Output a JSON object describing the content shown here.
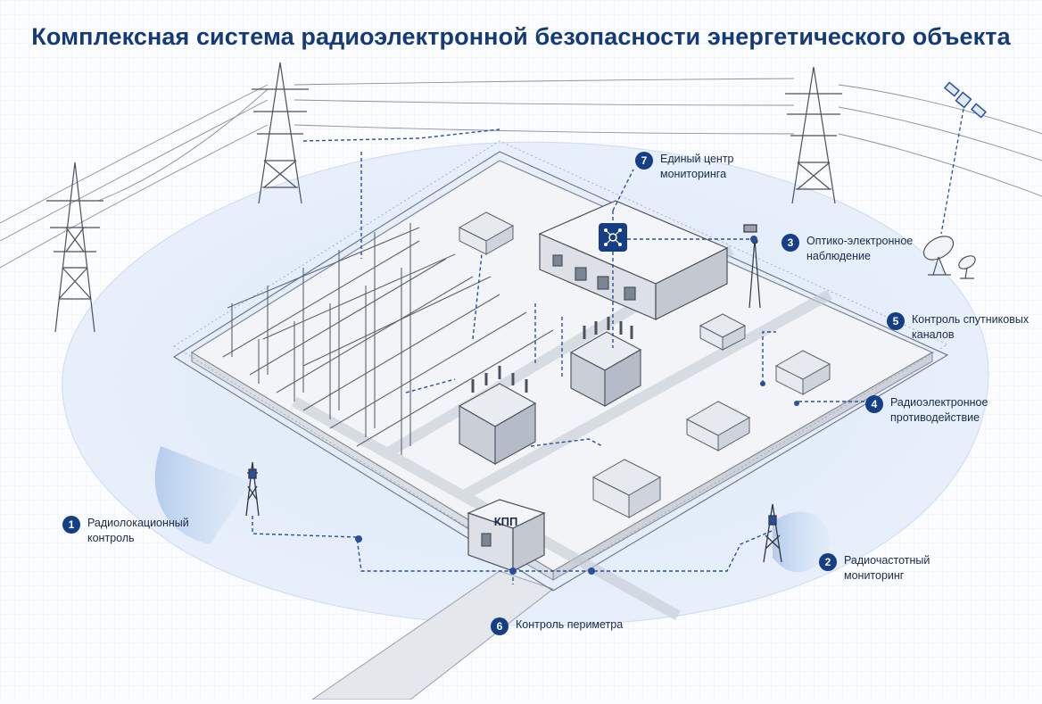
{
  "title": "Комплексная система радиоэлектронной безопасности энергетического объекта",
  "checkpoint_label": "КПП",
  "callouts": [
    {
      "num": "1",
      "line1": "Радиолокационный",
      "line2": "контроль"
    },
    {
      "num": "2",
      "line1": "Радиочастотный",
      "line2": "мониторинг"
    },
    {
      "num": "3",
      "line1": "Оптико-электронное",
      "line2": "наблюдение"
    },
    {
      "num": "4",
      "line1": "Радиоэлектронное",
      "line2": "противодействие"
    },
    {
      "num": "5",
      "line1": "Контроль спутниковых",
      "line2": "каналов"
    },
    {
      "num": "6",
      "line1": "Контроль периметра",
      "line2": ""
    },
    {
      "num": "7",
      "line1": "Единый центр",
      "line2": "мониторинга"
    }
  ],
  "colors": {
    "accent": "#153e85",
    "coverage": "#dce9f8",
    "line": "#2a4f9a",
    "sketch": "#5a6270"
  }
}
